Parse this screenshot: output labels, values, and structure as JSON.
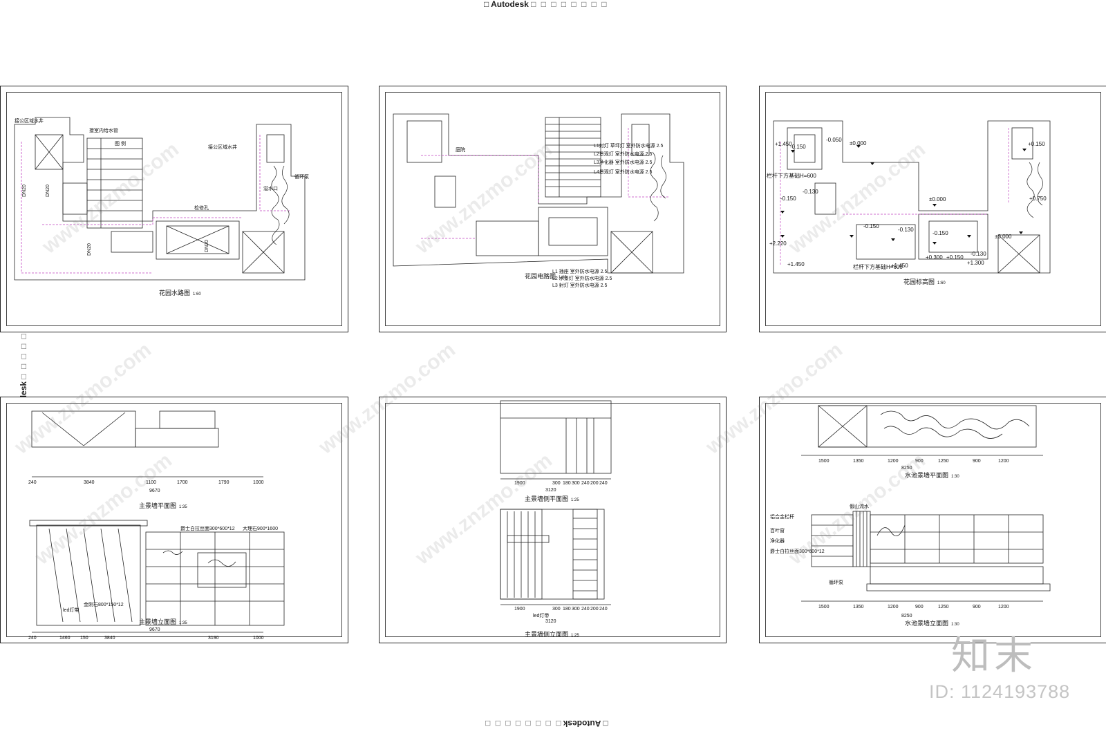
{
  "edge_text": {
    "brand": "Autodesk",
    "noise": "□ □ □ □ □ □ □ □"
  },
  "sheets": {
    "water_plan": {
      "title": "花园水路图",
      "scale": "1:60",
      "labels": [
        "接公区域水井",
        "接室内给水管",
        "接公区域水井",
        "图 例",
        "检修孔",
        "溢水口",
        "循环泵"
      ]
    },
    "electric_plan": {
      "title": "花园电路图",
      "scale": "1:60",
      "circuits_top": [
        "L1射灯 草坪灯 室外防水电源 2.5",
        "L2景观灯 室外防水电源 2.5",
        "L3净化器 室外防水电源 2.5",
        "L4景观灯 室外防水电源 2.5"
      ],
      "circuits_bottom": [
        "L1 插座 室外防水电源 2.5",
        "L2 水景灯 室外防水电源 2.5",
        "L3 射灯 室外防水电源 2.5"
      ]
    },
    "level_plan": {
      "title": "花园标高图",
      "scale": "1:60",
      "levels": [
        "+1.450",
        "±0.000",
        "-0.150",
        "-0.050",
        "+0.150",
        "-0.130",
        "-0.150",
        "+2.220",
        "±0.000",
        "-0.150",
        "-0.130",
        "-0.150",
        "+1.450",
        "+1.450",
        "+0.300",
        "+0.150",
        "-0.130",
        "±0.000",
        "+0.750",
        "+1.300"
      ],
      "notes": [
        "栏杆下方基础H=600",
        "栏杆下方基础H=600"
      ]
    },
    "main_wall": {
      "plan_title": "主景墙平面图",
      "elev_title": "主景墙立面图",
      "scale": "1:35",
      "plan_dims": [
        "240",
        "3840",
        "1100",
        "1700",
        "1790",
        "1000"
      ],
      "plan_total": "9670",
      "elev_dims": [
        "240",
        "1460",
        "150",
        "3840",
        "3190",
        "1000"
      ],
      "elev_total": "9670",
      "notes": [
        "爵士白拉丝面300*600*12",
        "大理石900*1600",
        "led灯带",
        "金刚石800*150*12"
      ]
    },
    "side_wall": {
      "plan_title": "主景墙侧平面图",
      "elev_title": "主景墙侧立面图",
      "scale": "1:25",
      "plan_dims": [
        "1900",
        "300",
        "180",
        "300",
        "240",
        "200",
        "240"
      ],
      "plan_total": "3120",
      "elev_dims": [
        "1900",
        "300",
        "180",
        "300",
        "240",
        "200",
        "240"
      ],
      "elev_total": "3120",
      "notes": [
        "led灯带"
      ]
    },
    "pool_wall": {
      "plan_title": "水池景墙平面图",
      "elev_title": "水池景墙立面图",
      "scale": "1:30",
      "plan_dims": [
        "1500",
        "1350",
        "1200",
        "900",
        "1250",
        "900",
        "1200"
      ],
      "plan_total": "8250",
      "elev_dims": [
        "1500",
        "1350",
        "1200",
        "900",
        "1250",
        "900",
        "1200"
      ],
      "elev_total": "8250",
      "notes": [
        "假山流水",
        "铝合金栏杆",
        "百叶窗",
        "净化器",
        "循环泵",
        "爵士白拉丝面300*600*12"
      ]
    }
  },
  "watermark": {
    "text": "www.znzmo.com",
    "logo": "知末",
    "id": "ID: 1124193788"
  }
}
